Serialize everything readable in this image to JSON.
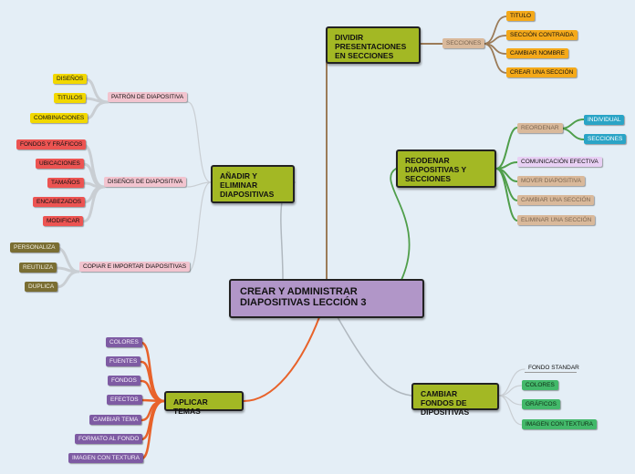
{
  "center": {
    "title": "CREAR Y ADMINISTRAR DIAPOSITIVAS LECCIÓN 3"
  },
  "branches": {
    "dividir": {
      "title": "DIVIDIR PRESENTACIONES EN SECCIONES",
      "sub": "SECCIONES",
      "items": [
        "TITULO",
        "SECCIÓN CONTRAIDA",
        "CAMBIAR NOMBRE",
        "CREAR UNA SECCIÓN"
      ]
    },
    "anadir": {
      "title": "AÑADIR Y ELIMINAR DIAPOSITIVAS",
      "patron": {
        "label": "PATRÓN DE DIAPOSITIVA",
        "items": [
          "DISEÑOS",
          "TITULOS",
          "COMBINACIONES"
        ]
      },
      "disenos": {
        "label": "DISEÑOS DE DIAPOSITIVA",
        "items": [
          "FONDOS Y FRÁFICOS",
          "UBICACIONES",
          "TAMAÑOS",
          "ENCABEZADOS",
          "MODIFICAR"
        ]
      },
      "copiar": {
        "label": "COPIAR E IMPORTAR DIAPOSITIVAS",
        "items": [
          "PERSONALIZA",
          "REUTILIZA",
          "DUPLICA"
        ]
      }
    },
    "reordenar": {
      "title": "REODENAR DIAPOSITIVAS Y SECCIONES",
      "reordenar": {
        "label": "REORDENAR",
        "items": [
          "INDIVIDUAL",
          "SECCIONES"
        ]
      },
      "items": [
        "COMUNICACIÓN EFECTIVA",
        "MOVER DIAPOSITIVA",
        "CAMBIAR UNA SECCIÓN",
        "ELIMINAR UNA SECCIÓN"
      ]
    },
    "temas": {
      "title": "APLICAR TEMAS",
      "items": [
        "COLORES",
        "FUENTES",
        "FONDOS",
        "EFECTOS",
        "CAMBIAR TEMA",
        "FORMATO AL FONDO",
        "IMAGEN CON TEXTURA"
      ]
    },
    "fondos": {
      "title": "CAMBIAR FONDOS DE DIPOSITIVAS",
      "items": [
        "FONDO STANDAR",
        "COLORES",
        "GRÁFICOS",
        "IMAGEN CON TEXTURA"
      ]
    }
  },
  "colors": {
    "background": "#e4eef6",
    "center": "#b196c8",
    "main_node": "#a3b824",
    "link_dividir": "#9b7b58",
    "link_anadir": "#b0b8bf",
    "link_reordenar": "#4f9e4a",
    "link_temas": "#e8622a",
    "link_fondos": "#b0b8bf"
  }
}
